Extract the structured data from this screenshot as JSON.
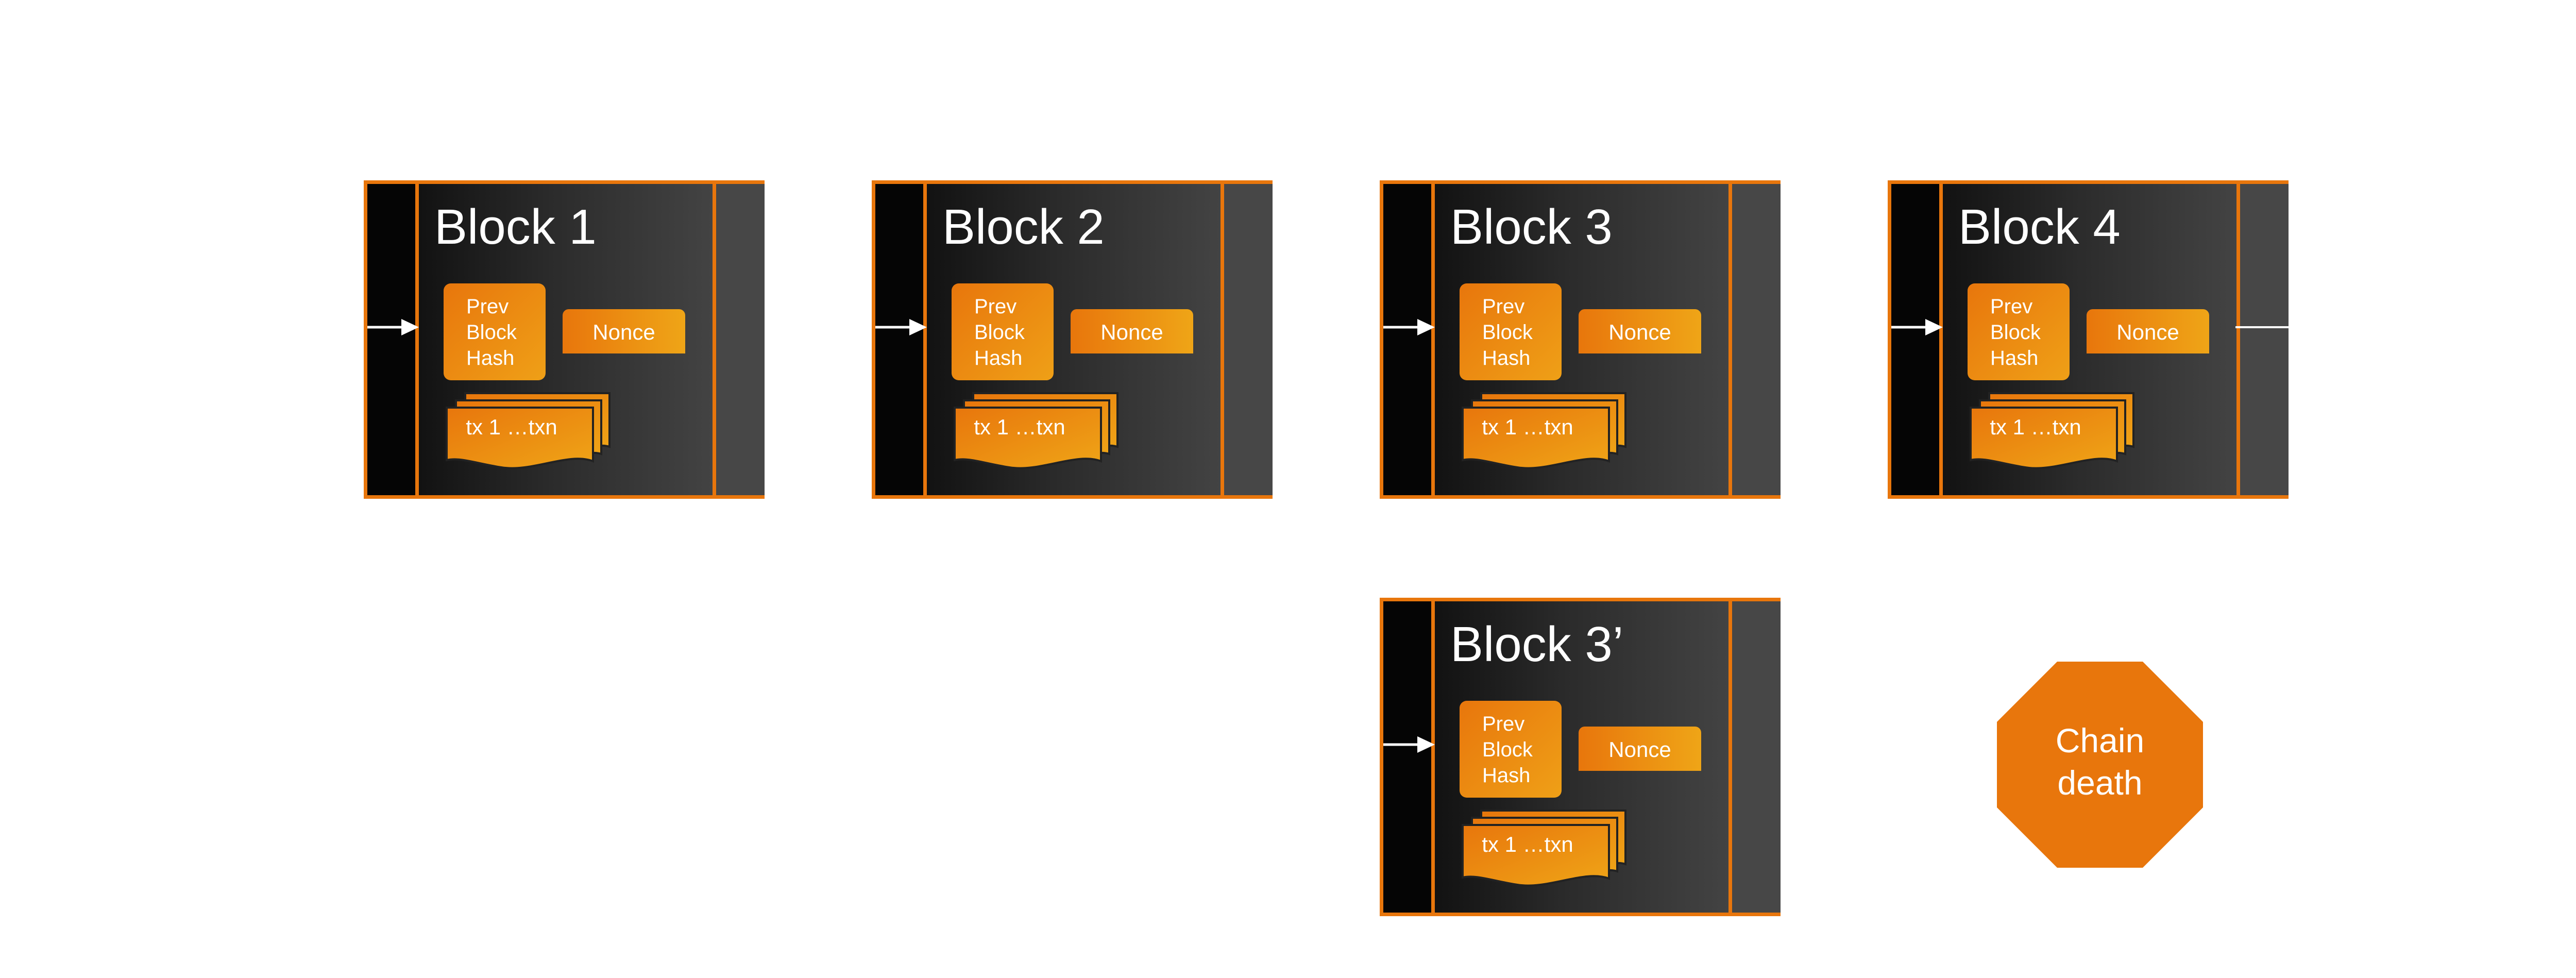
{
  "blocks": [
    {
      "title": "Block 1"
    },
    {
      "title": "Block 2"
    },
    {
      "title": "Block 3"
    },
    {
      "title": "Block 4"
    },
    {
      "title": "Block 3’"
    }
  ],
  "block_fields": {
    "prev_hash": [
      "Prev",
      "Block",
      "Hash"
    ],
    "nonce": "Nonce",
    "transactions": "tx 1 …txn"
  },
  "chain_death": [
    "Chain",
    "death"
  ],
  "colors": {
    "accent": "#e8760c",
    "accent_light": "#efa517",
    "block_dark": "#050505",
    "block_mid": "#303030",
    "text": "#ffffff"
  }
}
